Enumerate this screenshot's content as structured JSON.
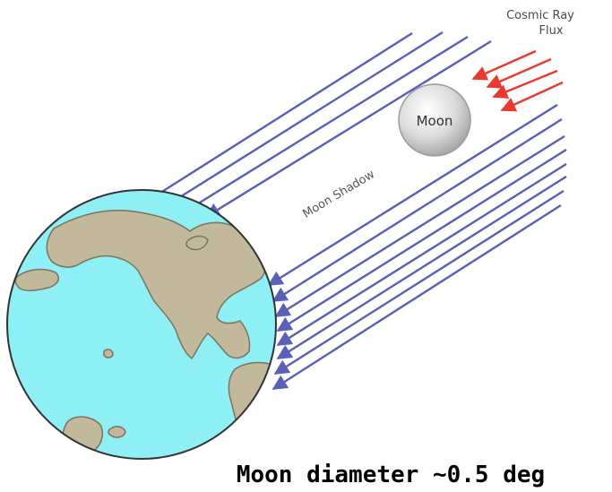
{
  "labels": {
    "cosmic_ray_line1": "Cosmic Ray",
    "cosmic_ray_line2": "Flux",
    "moon": "Moon",
    "moon_shadow": "Moon Shadow",
    "caption": "Moon diameter ~0.5 deg"
  },
  "colors": {
    "flux_arrow": "#5a5fb8",
    "cosmic_ray_arrow": "#e83a2f",
    "ocean": "#8ef0f4",
    "land": "#c2b89b",
    "moon_fill": "#e2e2e2"
  }
}
